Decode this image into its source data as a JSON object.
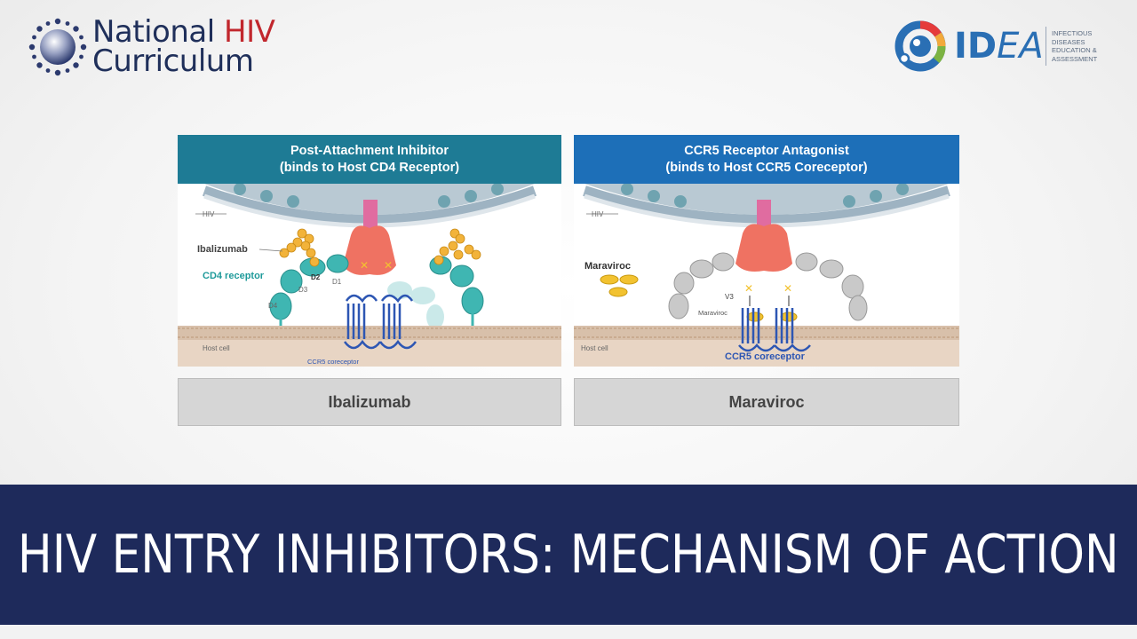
{
  "logos": {
    "nhc": {
      "line1": "National ",
      "line1_red": "HIV",
      "line2": "Curriculum"
    },
    "idea": {
      "word_bold": "ID",
      "word_italic": "EA",
      "sub": [
        "INFECTIOUS",
        "DISEASES",
        "EDUCATION &",
        "ASSESSMENT"
      ]
    }
  },
  "panels": [
    {
      "title_line1": "Post-Attachment Inhibitor",
      "title_line2": "(binds to Host CD4 Receptor)",
      "drug_name": "Ibalizumab",
      "labels": {
        "hiv": "HIV",
        "drug": "Ibalizumab",
        "receptor": "CD4 receptor",
        "d1": "D1",
        "d2": "D2",
        "d3": "D3",
        "d4": "D4",
        "host": "Host cell",
        "coreceptor": "CCR5 coreceptor"
      },
      "color": "#1e7b95"
    },
    {
      "title_line1": "CCR5 Receptor Antagonist",
      "title_line2": "(binds to Host CCR5 Coreceptor)",
      "drug_name": "Maraviroc",
      "labels": {
        "hiv": "HIV",
        "drug": "Maraviroc",
        "v3": "V3",
        "drug_small": "Maraviroc",
        "host": "Host cell",
        "coreceptor": "CCR5 coreceptor"
      },
      "color": "#1d6fb8"
    }
  ],
  "banner": {
    "title": "HIV ENTRY INHIBITORS: MECHANISM OF ACTION"
  }
}
